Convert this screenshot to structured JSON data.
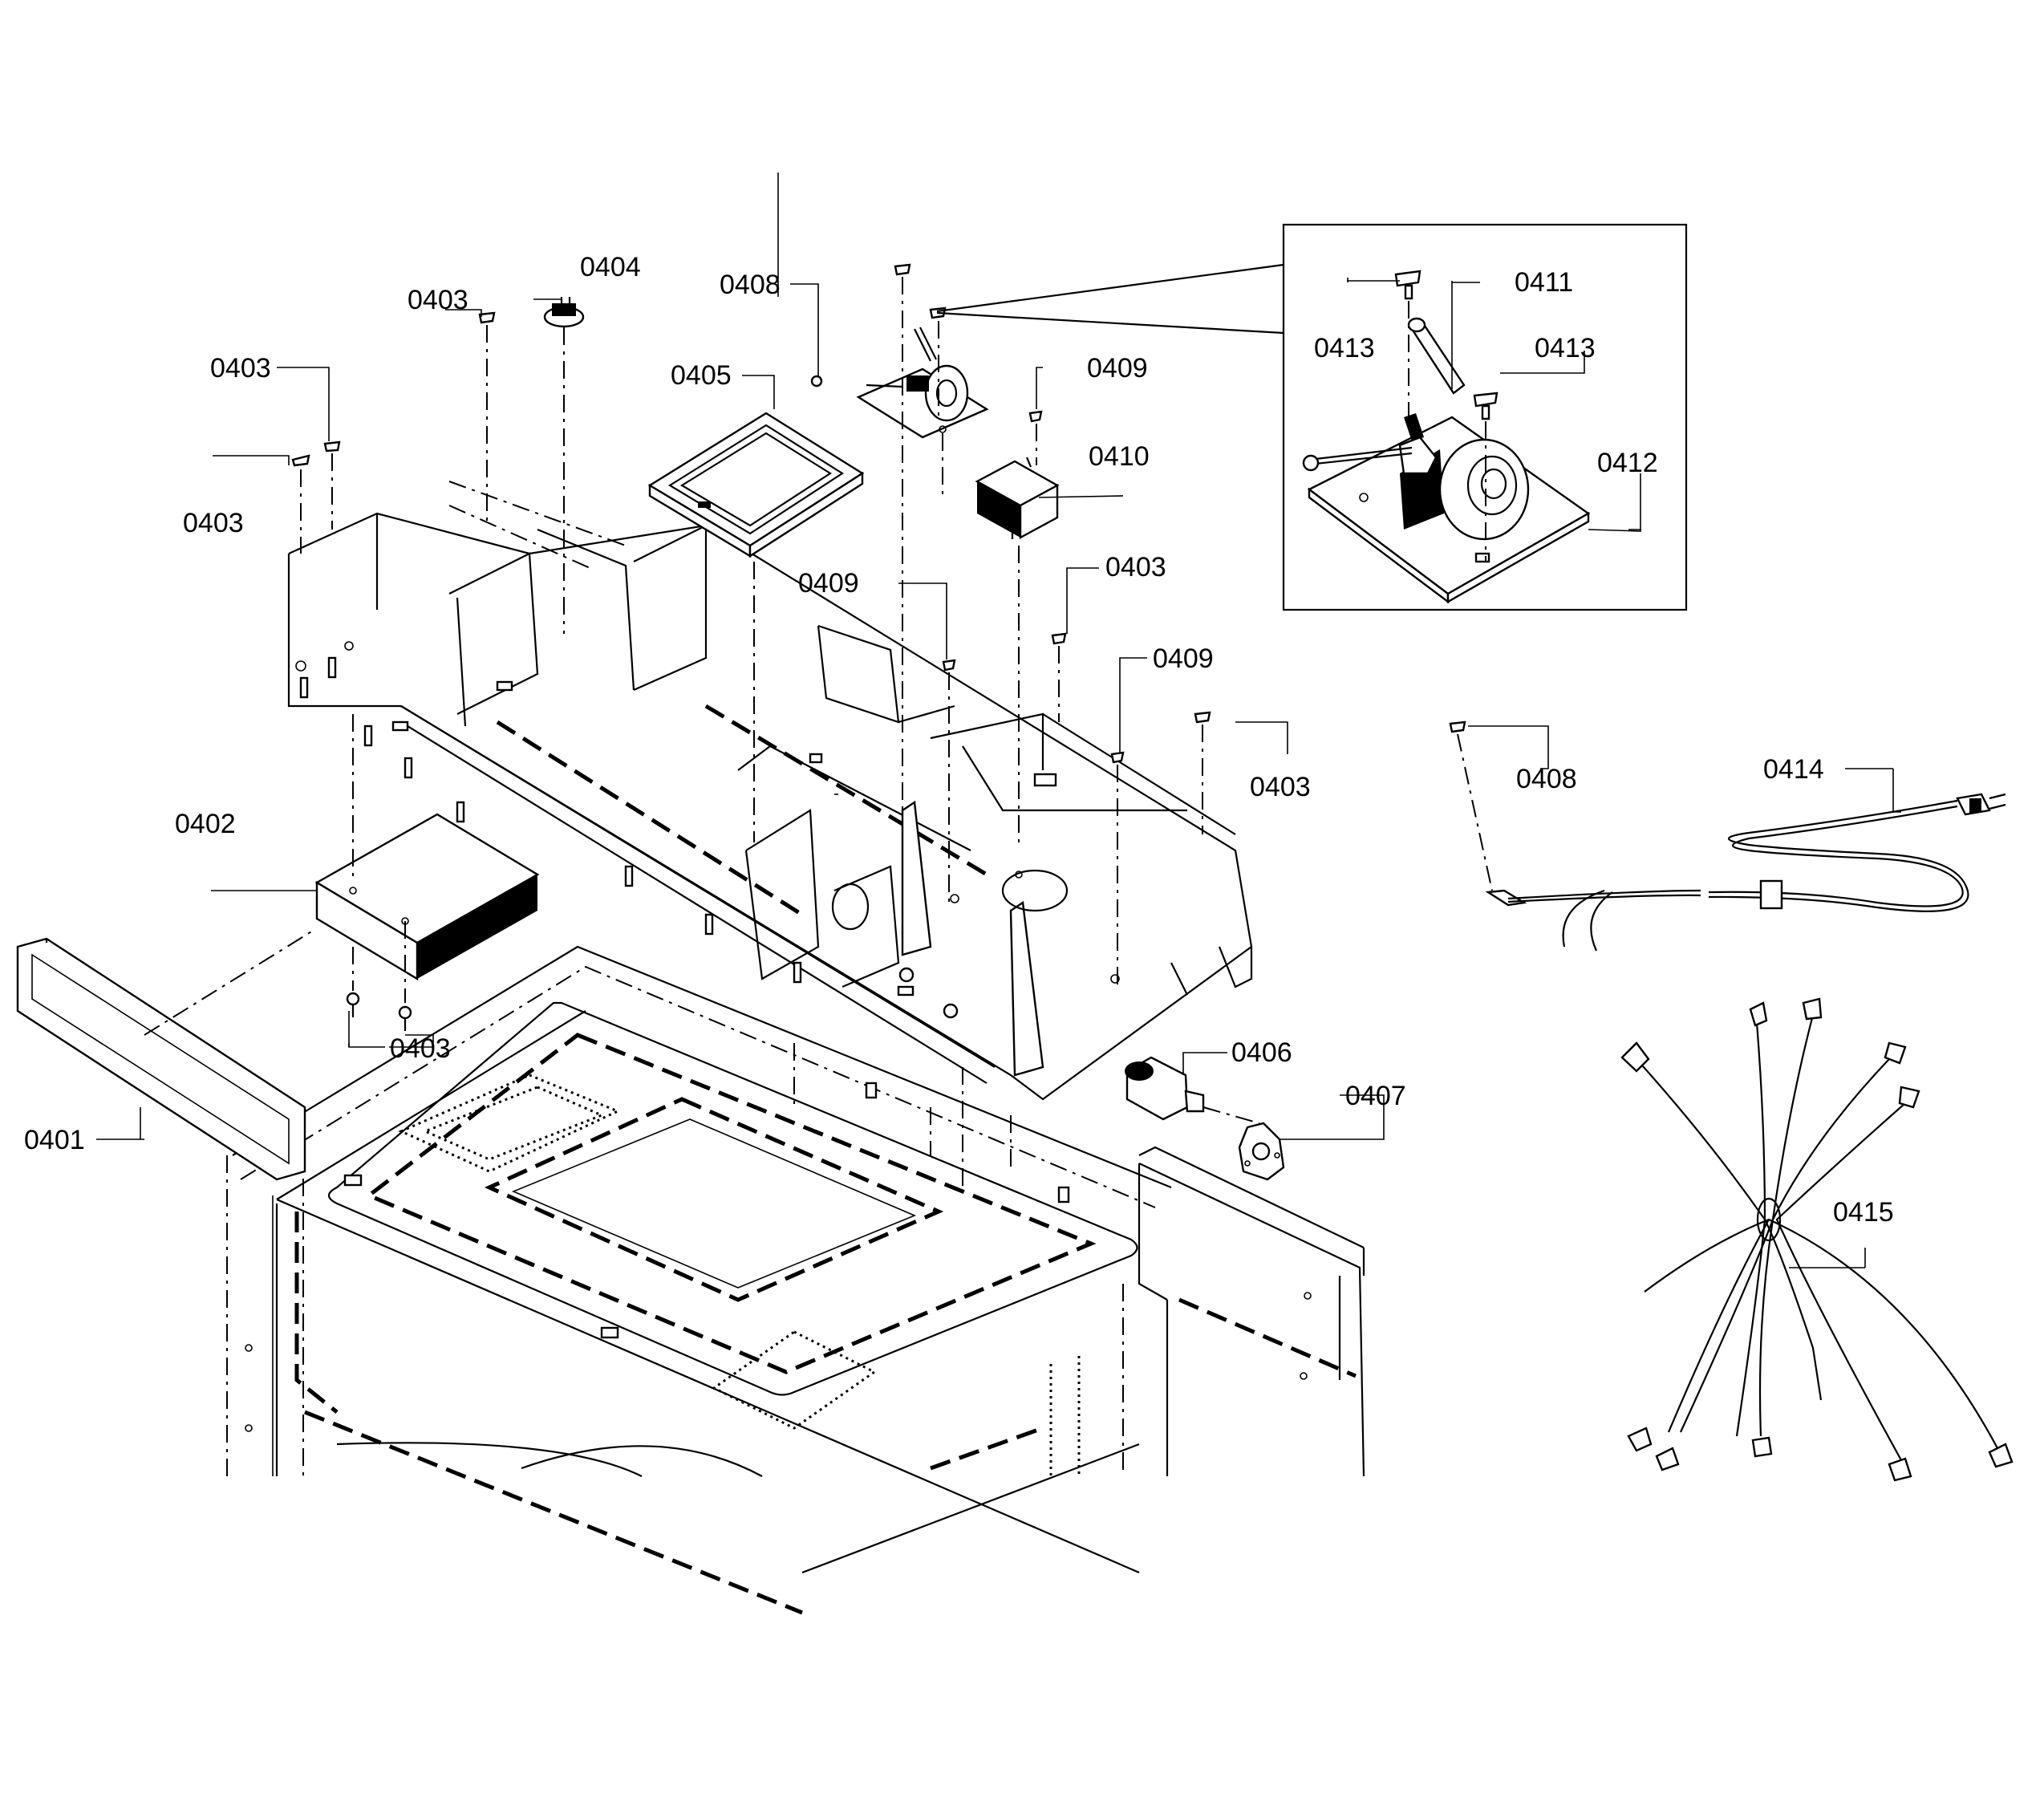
{
  "parts": {
    "p0401": "0401",
    "p0402": "0402",
    "p0403": "0403",
    "p0404": "0404",
    "p0405": "0405",
    "p0406": "0406",
    "p0407": "0407",
    "p0408": "0408",
    "p0409": "0409",
    "p0410": "0410",
    "p0411": "0411",
    "p0412": "0412",
    "p0413": "0413",
    "p0414": "0414",
    "p0415": "0415"
  }
}
